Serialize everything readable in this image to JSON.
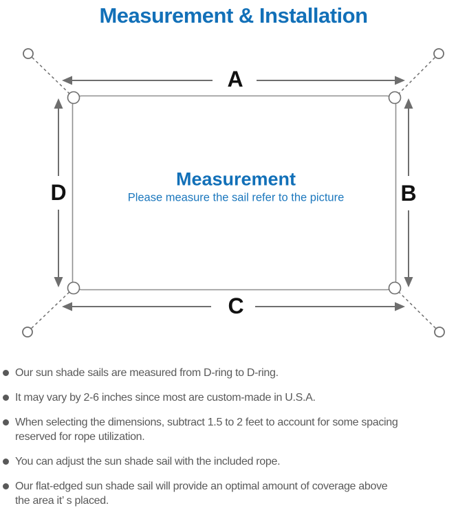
{
  "title": "Measurement & Installation",
  "diagram": {
    "labels": {
      "top": "A",
      "right": "B",
      "bottom": "C",
      "left": "D"
    },
    "center_heading": "Measurement",
    "center_caption": "Please measure the sail refer to the picture",
    "colors": {
      "accent_blue": "#1270b8",
      "sail_outline_gray": "#8f8f8f",
      "arrow_gray": "#6e6e6e",
      "label_black": "#111111",
      "note_gray": "#595959"
    }
  },
  "notes": {
    "items": [
      "Our sun shade sails are measured from D-ring to D-ring.",
      "It may vary by 2-6 inches since most are custom-made in U.S.A.",
      "When selecting the dimensions, subtract 1.5 to 2 feet to account for some spacing\nreserved for rope utilization.",
      "You can adjust the sun shade sail with the included rope.",
      "Our flat-edged sun shade sail will provide an optimal amount of coverage above\nthe area it’ s placed."
    ]
  }
}
